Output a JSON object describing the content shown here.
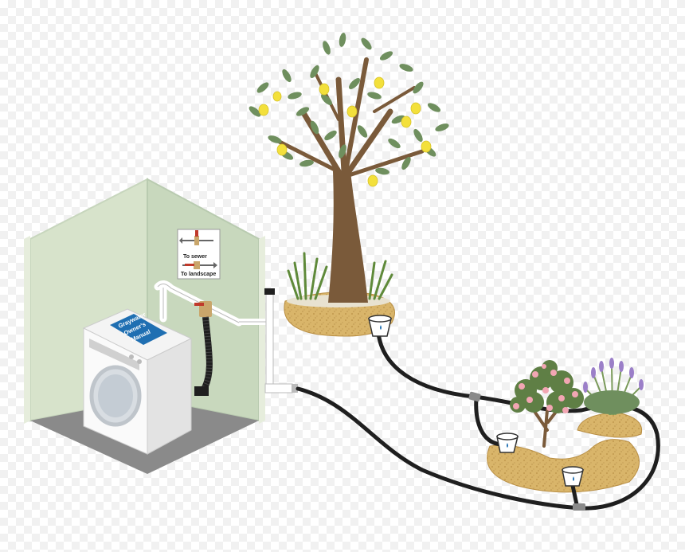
{
  "sign": {
    "to_sewer": "To sewer",
    "to_landscape": "To landscape"
  },
  "manual": {
    "line1": "Graywater",
    "line2": "Owner's",
    "line3": "Manual"
  },
  "colors": {
    "wall_light": "#d7e3cb",
    "wall_dark": "#b9cbb0",
    "floor": "#8a8a8a",
    "pipe": "#1f1f1f",
    "valve_brass": "#c9a66b",
    "handle_red": "#c0392b",
    "trunk": "#7a5a3a",
    "leaf": "#6f8f5e",
    "lemon": "#f3e03b",
    "mulch": "#d9b56a",
    "manual_blue": "#1f6fb2",
    "rose": "#f2a6b3",
    "lavender": "#9b7fc8"
  }
}
